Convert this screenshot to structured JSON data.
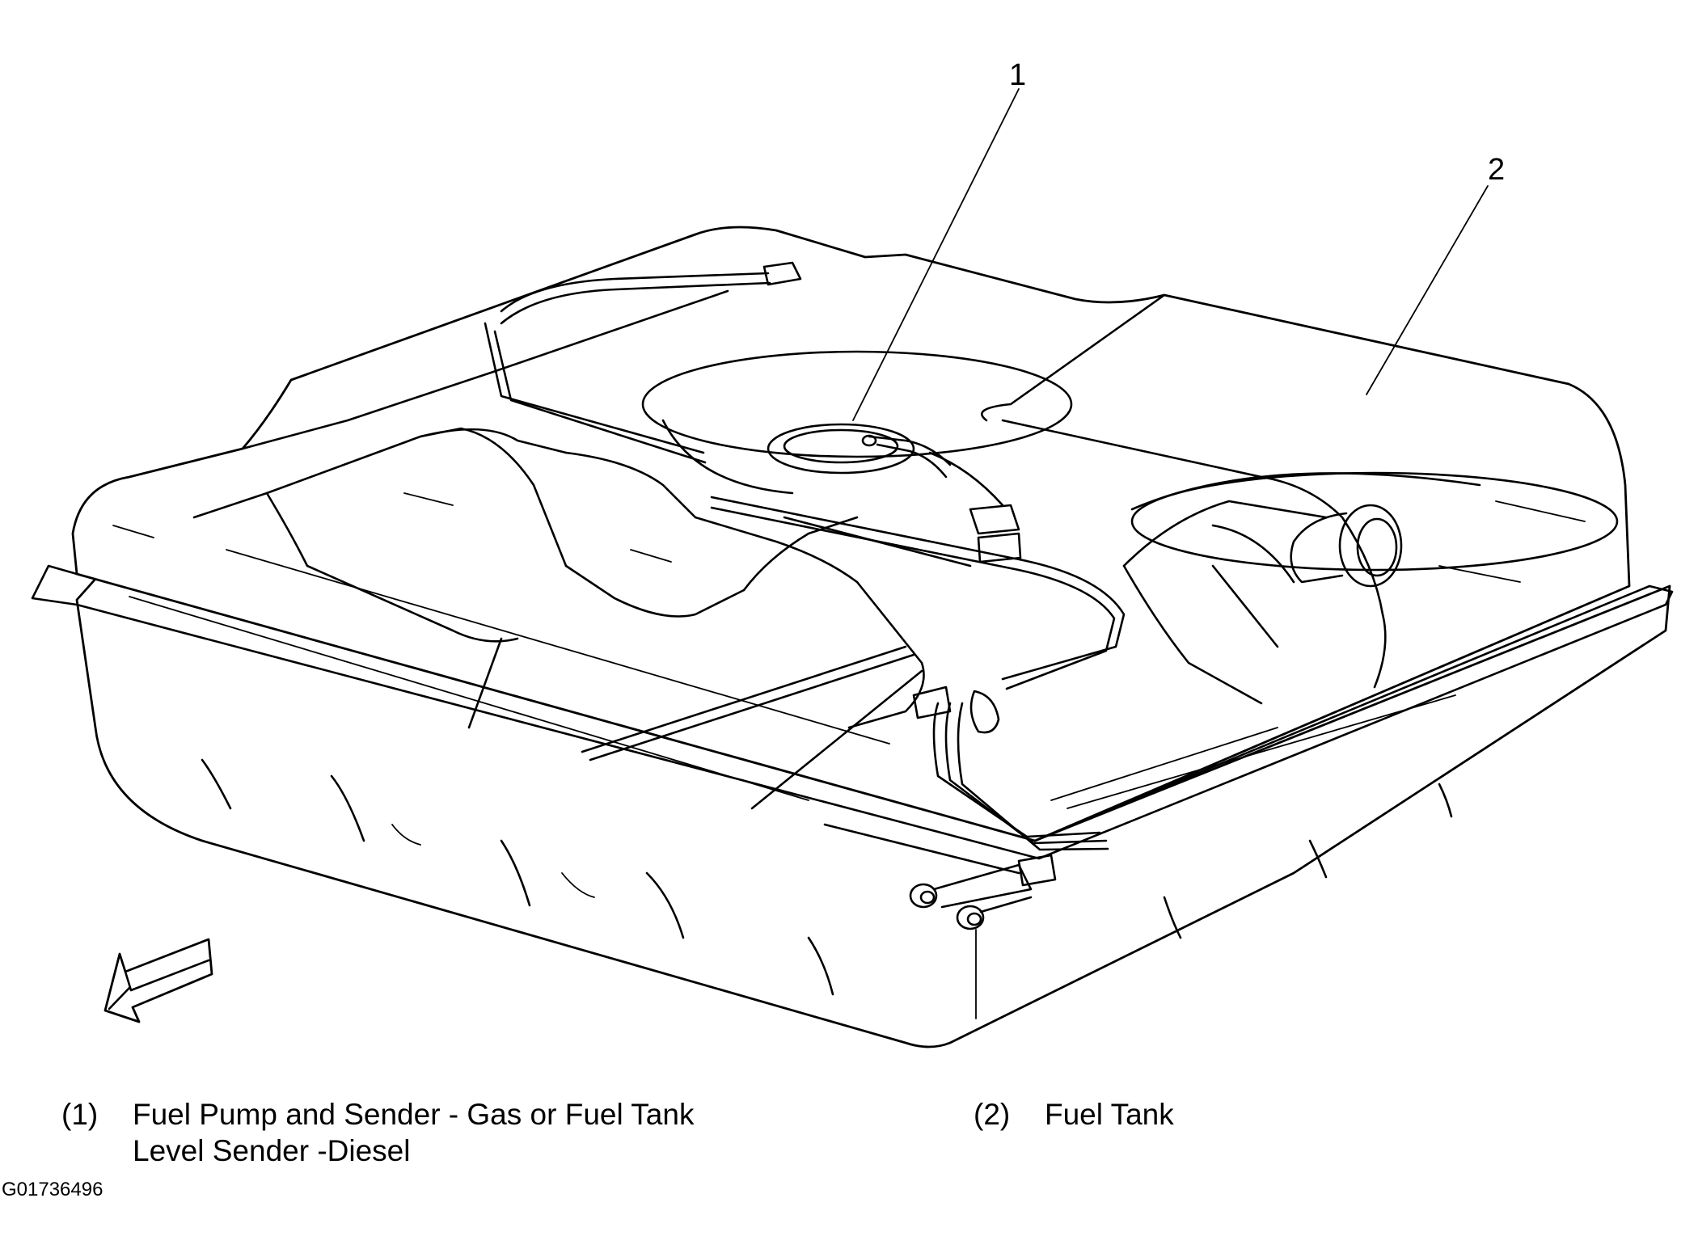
{
  "diagram": {
    "callouts": [
      {
        "number": "1"
      },
      {
        "number": "2"
      }
    ],
    "legend": [
      {
        "number": "(1)",
        "text_line1": "Fuel Pump and Sender - Gas or Fuel Tank",
        "text_line2": "Level Sender -Diesel"
      },
      {
        "number": "(2)",
        "text_line1": "Fuel Tank"
      }
    ],
    "figure_id": "G01736496",
    "icons": [
      "front-direction-arrow-icon"
    ],
    "colors": {
      "line": "#000000",
      "background": "#ffffff"
    }
  }
}
